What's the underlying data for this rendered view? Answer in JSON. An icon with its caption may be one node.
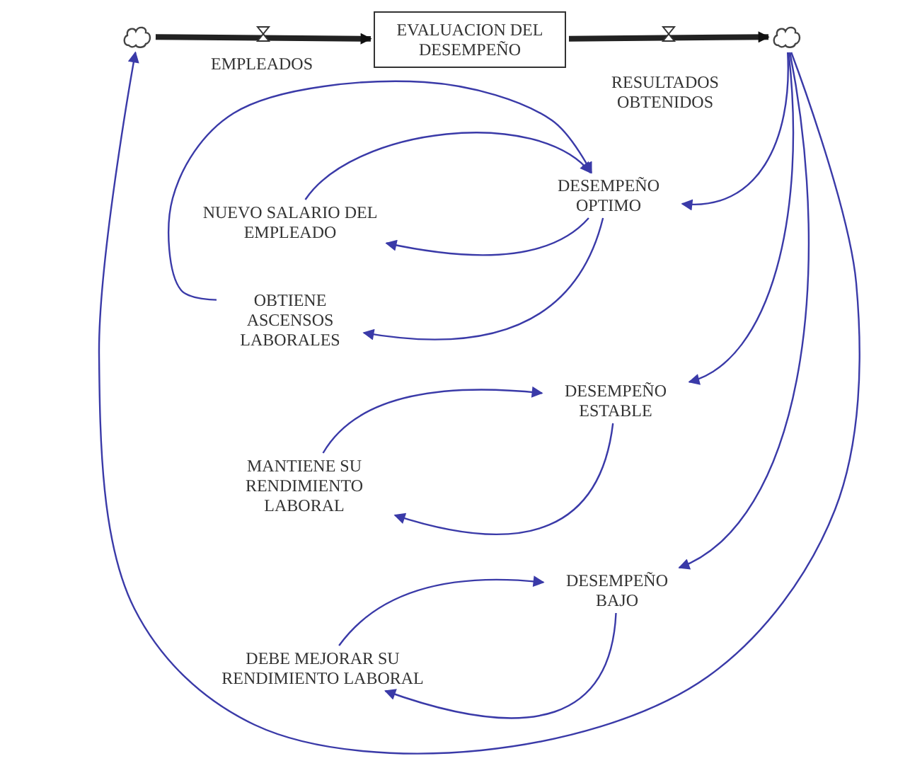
{
  "diagram": {
    "nodes": [
      {
        "text": [],
        "shape": "cloud"
      },
      {
        "text": [
          "EVALUACION DEL DESEMPEÑO"
        ]
      },
      {
        "text": [],
        "shape": "cloud"
      },
      {
        "text": [
          "DESEMPEÑO OPTIMO"
        ]
      },
      {
        "text": [
          "NUEVO SALARIO DEL EMPLEADO"
        ]
      },
      {
        "text": [
          "OBTIENE ASCENSOS LABORALES"
        ]
      },
      {
        "text": [
          "DESEMPEÑO ESTABLE"
        ]
      },
      {
        "text": [
          "MANTIENE SU RENDIMIENTO LABORAL"
        ]
      },
      {
        "text": [
          "DESEMPEÑO BAJO"
        ]
      },
      {
        "text": [
          "DEBE MEJORAR SU RENDIMIENTO LABORAL"
        ]
      }
    ],
    "edges": [
      {
        "from": 0,
        "to": 1,
        "arrow": "to",
        "label": "EMPLEADOS",
        "style": "thick",
        "color": "#222222"
      },
      {
        "from": 1,
        "to": 2,
        "arrow": "to",
        "label": "RESULTADOS OBTENIDOS",
        "style": "thick",
        "color": "#222222"
      },
      {
        "from": 2,
        "to": 3,
        "arrow": "to"
      },
      {
        "from": 2,
        "to": 6,
        "arrow": "to"
      },
      {
        "from": 2,
        "to": 8,
        "arrow": "to"
      },
      {
        "from": 2,
        "to": 0,
        "arrow": "to"
      },
      {
        "from": 3,
        "to": 4,
        "arrow": "to"
      },
      {
        "from": 3,
        "to": 5,
        "arrow": "to"
      },
      {
        "from": 4,
        "to": 3,
        "arrow": "to"
      },
      {
        "from": 5,
        "to": 3,
        "arrow": "to"
      },
      {
        "from": 6,
        "to": 7,
        "arrow": "to"
      },
      {
        "from": 7,
        "to": 6,
        "arrow": "to"
      },
      {
        "from": 8,
        "to": 9,
        "arrow": "to"
      },
      {
        "from": 9,
        "to": 8,
        "arrow": "to"
      }
    ]
  }
}
